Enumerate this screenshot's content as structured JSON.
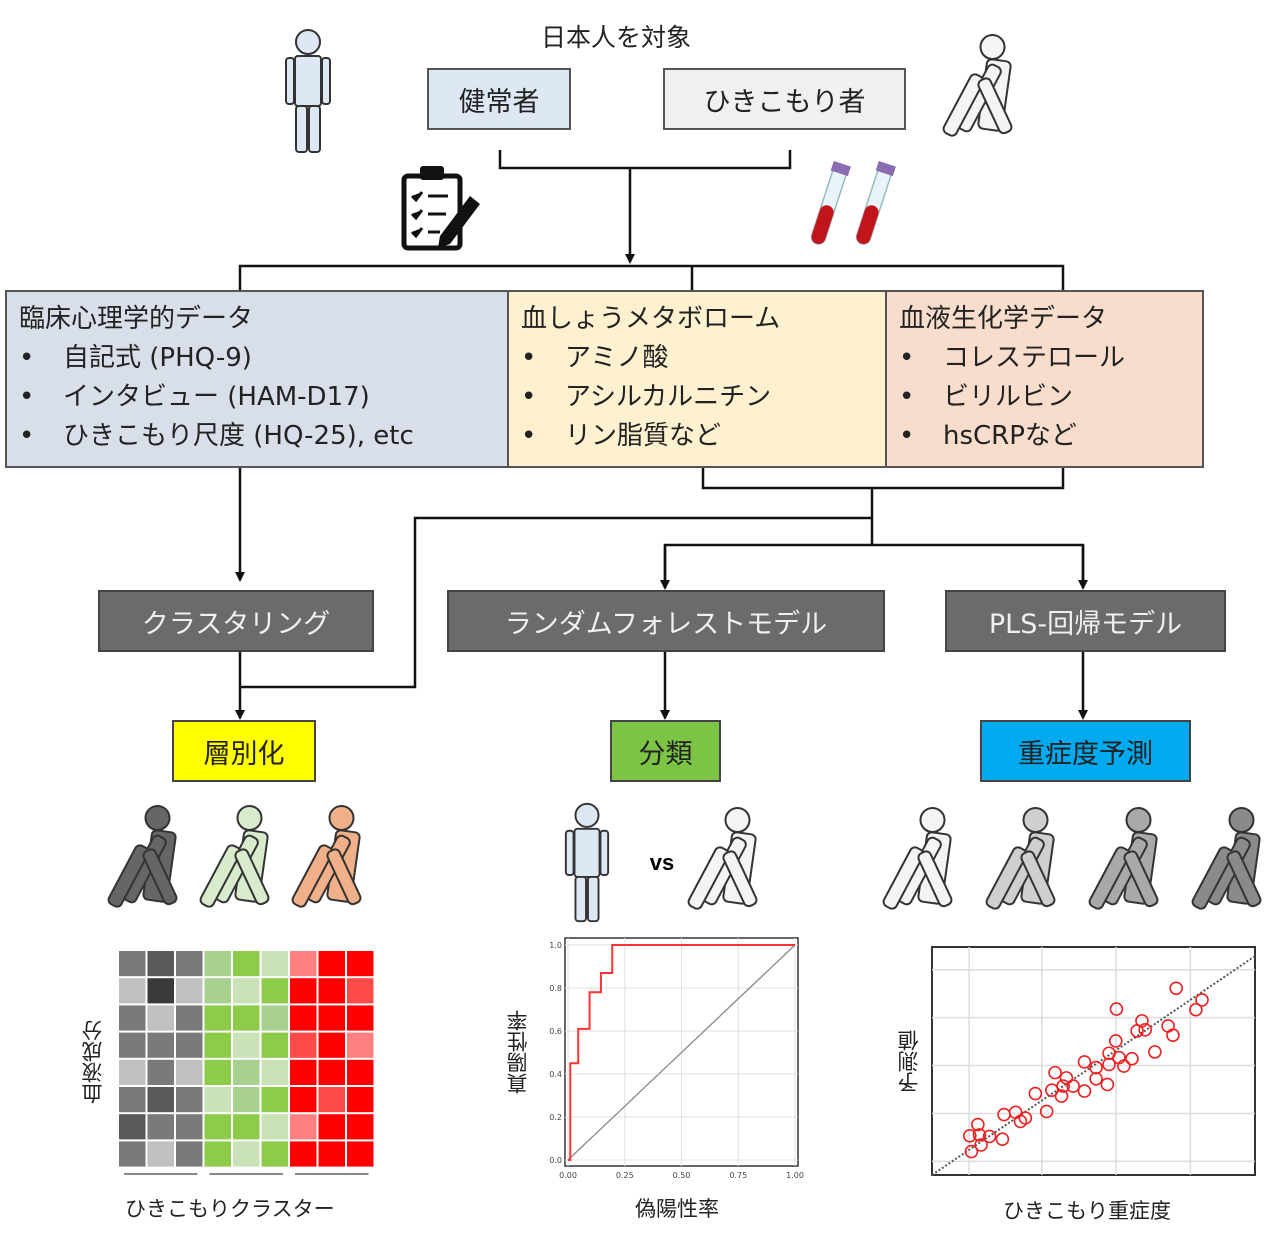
{
  "header": {
    "title": "日本人を対象"
  },
  "groups": {
    "healthy": "健常者",
    "hikikomori": "ひきこもり者"
  },
  "data_boxes": [
    {
      "title": "臨床心理学的データ",
      "items": [
        "自記式 (PHQ-9)",
        "インタビュー (HAM-D17)",
        "ひきこもり尺度 (HQ-25), etc"
      ],
      "color": "#d9dfe9"
    },
    {
      "title": "血しょうメタボローム",
      "items": [
        "アミノ酸",
        "アシルカルニチン",
        "リン脂質など"
      ],
      "color": "#fdf1cf"
    },
    {
      "title": "血液生化学データ",
      "items": [
        "コレステロール",
        "ビリルビン",
        "hsCRPなど"
      ],
      "color": "#f9ddcc"
    }
  ],
  "models": [
    "クラスタリング",
    "ランダムフォレストモデル",
    "PLS-回帰モデル"
  ],
  "outcomes": [
    {
      "label": "層別化",
      "color": "#ffff00"
    },
    {
      "label": "分類",
      "color": "#7cc443"
    },
    {
      "label": "重症度予測",
      "color": "#00aaee"
    }
  ],
  "vs_label": "vs",
  "cluster_colors": [
    "#666666",
    "#d8ebcc",
    "#efb08a"
  ],
  "severity_colors": [
    "#f4f4f4",
    "#cfcfcf",
    "#a9a9a9",
    "#8a8a8a"
  ],
  "chart_data": [
    {
      "type": "heatmap",
      "ylabel": "血液成分",
      "xlabel": "ひきこもりクラスター",
      "clusters": 3,
      "cols_per_cluster": 3,
      "levels": [
        [
          2,
          3,
          2,
          2,
          3,
          1,
          1,
          3,
          3
        ],
        [
          1,
          4,
          1,
          2,
          1,
          3,
          3,
          3,
          2
        ],
        [
          2,
          1,
          2,
          3,
          3,
          2,
          3,
          3,
          3
        ],
        [
          2,
          2,
          2,
          3,
          1,
          3,
          2,
          3,
          1
        ],
        [
          1,
          2,
          1,
          3,
          2,
          1,
          3,
          3,
          3
        ],
        [
          2,
          3,
          2,
          1,
          2,
          3,
          3,
          2,
          3
        ],
        [
          3,
          2,
          2,
          3,
          3,
          1,
          1,
          3,
          3
        ],
        [
          2,
          1,
          2,
          3,
          1,
          3,
          3,
          3,
          3
        ]
      ]
    },
    {
      "type": "line",
      "xlabel": "偽陽性率",
      "ylabel": "真陽性率",
      "xlim": [
        0,
        1
      ],
      "ylim": [
        0,
        1
      ],
      "xticks": [
        "0.00",
        "0.25",
        "0.50",
        "0.75",
        "1.00"
      ],
      "yticks": [
        "0.0",
        "0.2",
        "0.4",
        "0.6",
        "0.8",
        "1.0"
      ],
      "series": [
        {
          "name": "ROC",
          "color": "#ff3333",
          "x": [
            0,
            0.01,
            0.01,
            0.045,
            0.045,
            0.095,
            0.095,
            0.145,
            0.145,
            0.195,
            0.195,
            1.0
          ],
          "y": [
            0,
            0,
            0.45,
            0.45,
            0.61,
            0.61,
            0.78,
            0.78,
            0.87,
            0.87,
            1.0,
            1.0
          ]
        },
        {
          "name": "chance",
          "color": "#888888",
          "x": [
            0,
            1
          ],
          "y": [
            0,
            1
          ]
        }
      ]
    },
    {
      "type": "scatter",
      "xlabel": "ひきこもり重症度",
      "ylabel": "予測値",
      "xlim": [
        0,
        100
      ],
      "ylim": [
        0,
        100
      ],
      "x": [
        12.2,
        14.2,
        11.7,
        14.7,
        17.8,
        15.2,
        21.8,
        22.3,
        25.9,
        27.4,
        28.9,
        32,
        35.5,
        37.1,
        38.1,
        40.1,
        40.6,
        41.6,
        43.7,
        47.2,
        47.2,
        50.8,
        50.8,
        54.3,
        54.8,
        54.8,
        56.9,
        57.9,
        59.4,
        61.9,
        57.1,
        63.5,
        65,
        66,
        69,
        73.1,
        74.6,
        75.6,
        81.7,
        83.6
      ],
      "y": [
        10.3,
        22.1,
        17.2,
        17.6,
        16.9,
        13.2,
        15.7,
        26.5,
        27.5,
        23.5,
        25,
        35.7,
        27.9,
        37.2,
        44.9,
        34.6,
        39,
        42.6,
        39,
        36.8,
        49.6,
        47.1,
        42.2,
        39.7,
        48.5,
        53.4,
        58.8,
        51.5,
        47.8,
        51,
        72.8,
        63.2,
        67.6,
        63.7,
        54,
        65.4,
        61.3,
        81.9,
        72.5,
        76.8
      ]
    }
  ]
}
